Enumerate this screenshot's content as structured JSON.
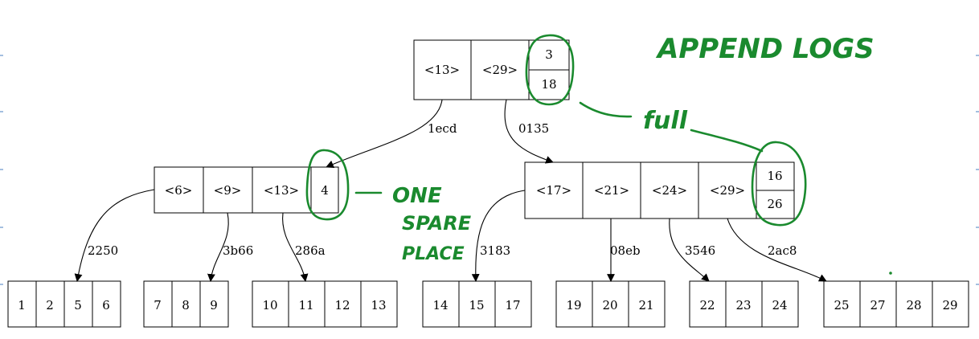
{
  "root": {
    "cells": [
      "<13>",
      "<29>"
    ],
    "log": [
      "3",
      "18"
    ]
  },
  "internal_left": {
    "cells": [
      "<6>",
      "<9>",
      "<13>"
    ],
    "log": [
      "4"
    ]
  },
  "internal_right": {
    "cells": [
      "<17>",
      "<21>",
      "<24>",
      "<29>"
    ],
    "log": [
      "16",
      "26"
    ]
  },
  "edges": {
    "root_left": "1ecd",
    "root_right": "0135",
    "l_leaf1": "2250",
    "l_leaf2": "3b66",
    "l_leaf3": "286a",
    "r_leaf4": "3183",
    "r_leaf5": "08eb",
    "r_leaf6": "3546",
    "r_leaf7": "2ac8"
  },
  "leaves": [
    [
      "1",
      "2",
      "5",
      "6"
    ],
    [
      "7",
      "8",
      "9"
    ],
    [
      "10",
      "11",
      "12",
      "13"
    ],
    [
      "14",
      "15",
      "17"
    ],
    [
      "19",
      "20",
      "21"
    ],
    [
      "22",
      "23",
      "24"
    ],
    [
      "25",
      "27",
      "28",
      "29"
    ]
  ],
  "annotations": {
    "title": "APPEND LOGS",
    "full": "full",
    "one": "ONE",
    "spare": "SPARE",
    "place": "PLACE"
  },
  "colors": {
    "ink": "#1a8a2e",
    "ticks": "#4a7fc0"
  }
}
